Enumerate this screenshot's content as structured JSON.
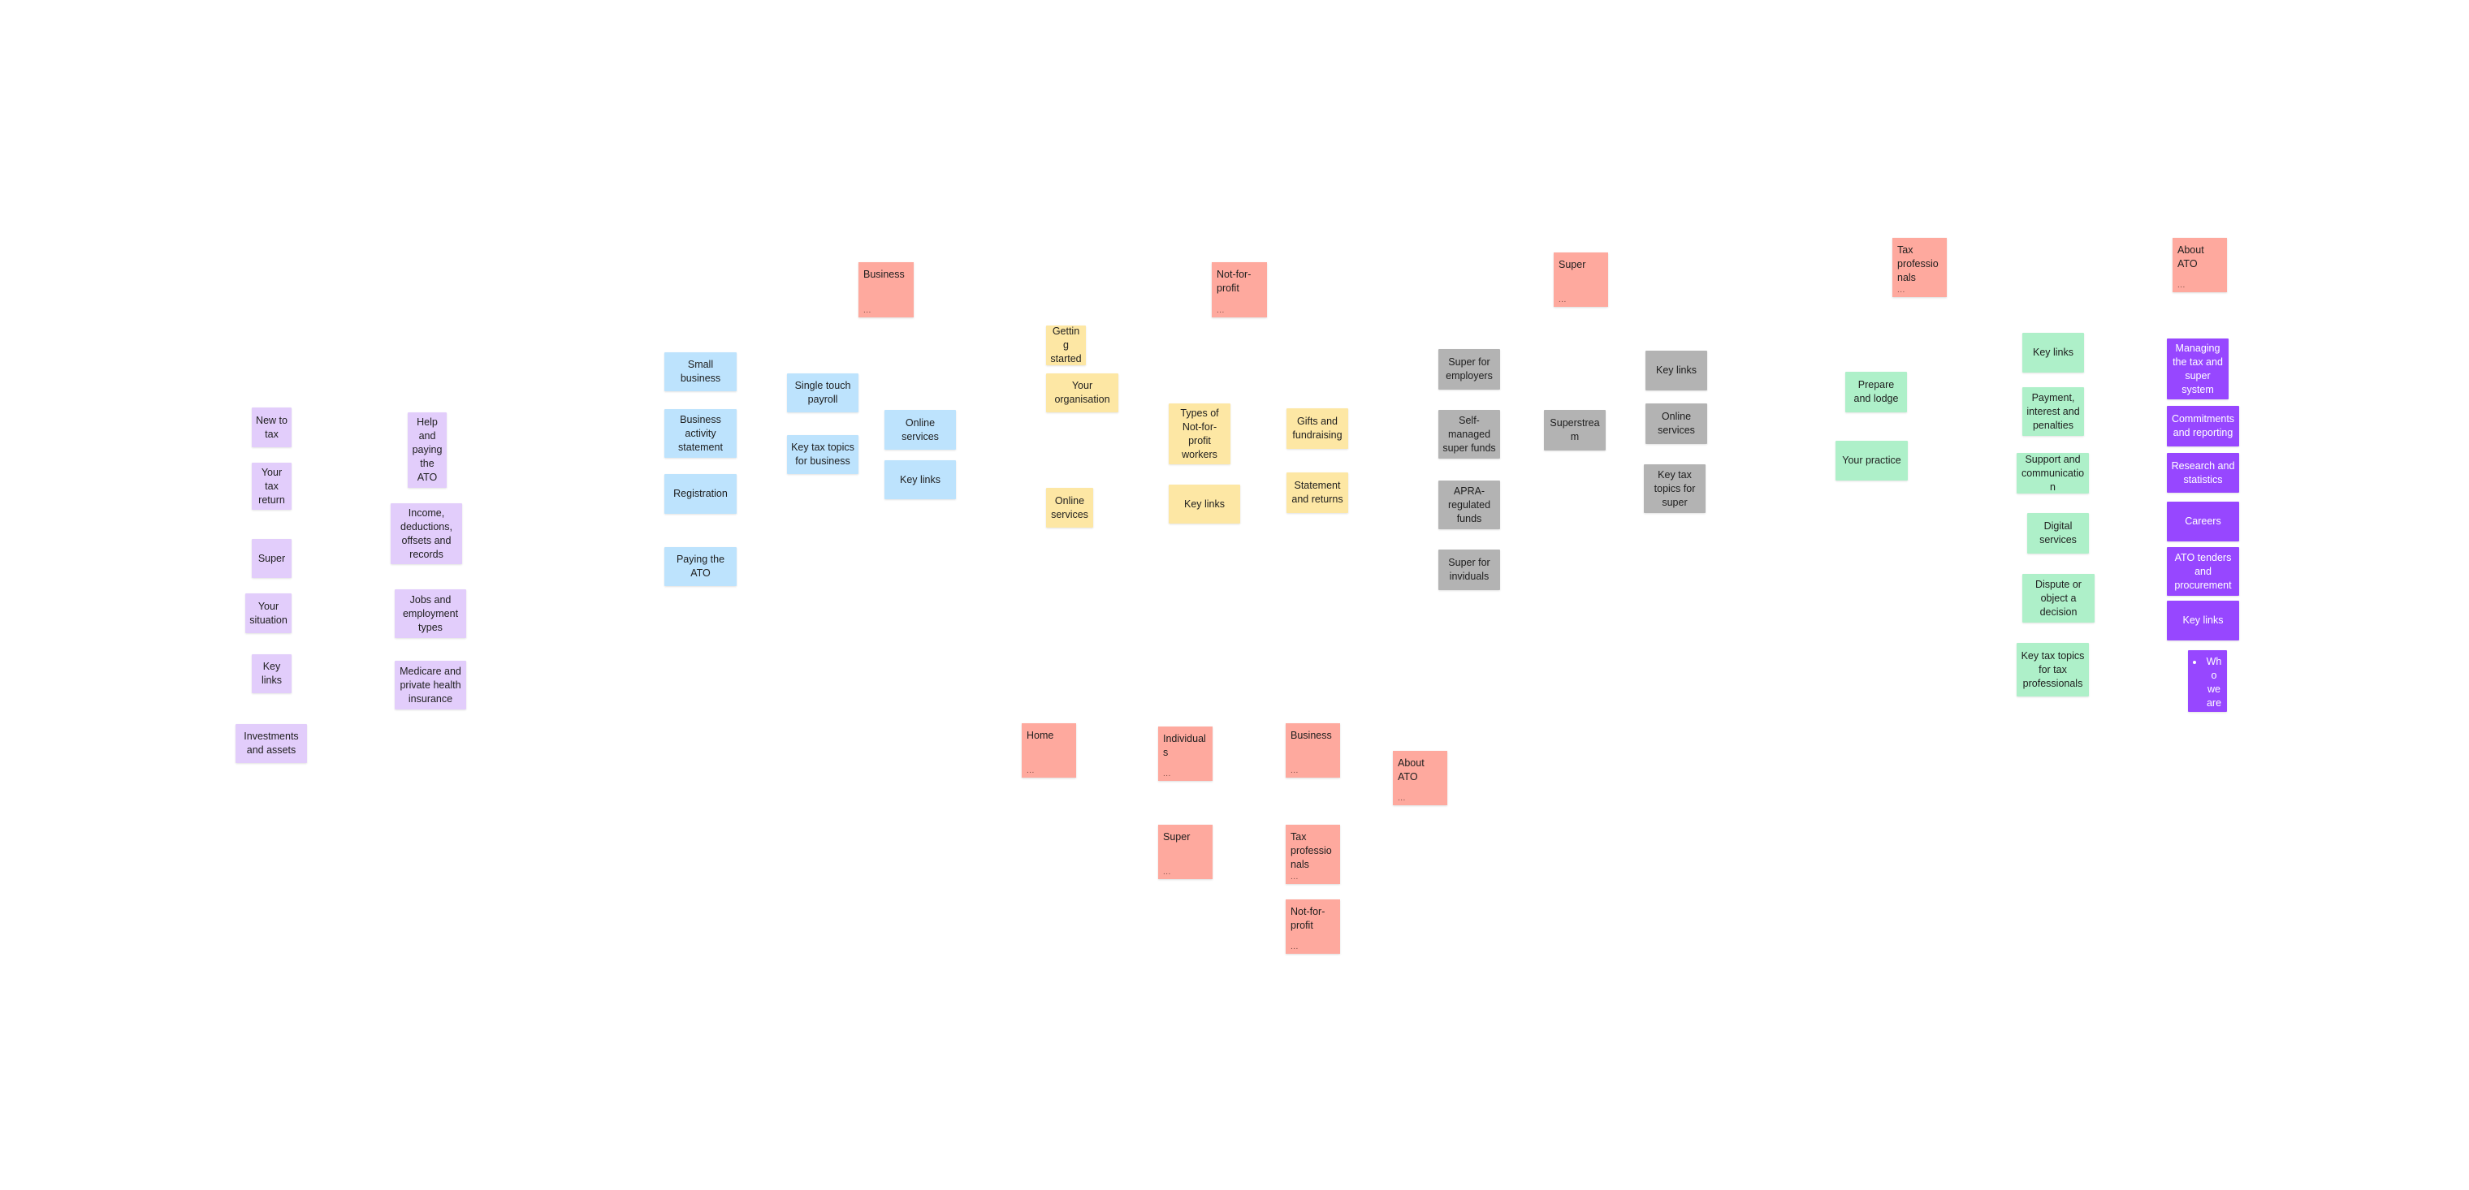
{
  "canvas": {
    "background": "#ffffff"
  },
  "palette": {
    "lavender": "#e2cdfb",
    "blue": "#bde3fd",
    "yellow": "#fde7a4",
    "gray": "#b3b3b3",
    "green": "#aef0c9",
    "violet": "#9747ff",
    "salmon": "#fea99e"
  },
  "individuals": {
    "new_to_tax": "New to tax",
    "your_tax_return": "Your tax return",
    "super": "Super",
    "your_situation": "Your situation",
    "key_links": "Key links",
    "investments_and_assets": "Investments and assets",
    "help_and_paying": "Help and paying the ATO",
    "income_deductions": "Income, deductions, offsets and records",
    "jobs_and_employment": "Jobs and employment types",
    "medicare": "Medicare and private health insurance"
  },
  "business": {
    "page_title": "Business",
    "page_ellipsis": "...",
    "small_business": "Small business",
    "bas": "Business activity statement",
    "registration": "Registration",
    "paying_the_ato": "Paying the ATO",
    "single_touch_payroll": "Single touch payroll",
    "key_tax_topics": "Key tax topics for business",
    "online_services": "Online services",
    "key_links": "Key links"
  },
  "not_for_profit": {
    "page_title": "Not-for-profit",
    "page_ellipsis": "...",
    "getting_started": "Getting started",
    "your_organisation": "Your organisation",
    "online_services": "Online services",
    "types_of_workers": "Types of Not-for-profit workers",
    "key_links": "Key links",
    "gifts_and_fundraising": "Gifts and fundraising",
    "statement_and_returns": "Statement and returns"
  },
  "super": {
    "page_title": "Super",
    "page_ellipsis": "...",
    "super_for_employers": "Super for employers",
    "self_managed": "Self-managed super funds",
    "apra_regulated": "APRA-regulated funds",
    "super_for_individuals": "Super for inviduals",
    "superstream": "Superstream",
    "key_links": "Key links",
    "online_services": "Online services",
    "key_tax_topics": "Key tax topics for super"
  },
  "tax_professionals": {
    "page_title": "Tax professionals",
    "page_ellipsis": "...",
    "prepare_and_lodge": "Prepare and lodge",
    "your_practice": "Your practice",
    "key_links": "Key links",
    "payment_interest": "Payment, interest and penalties",
    "support_and_communication": "Support and communication",
    "digital_services": "Digital services",
    "dispute_or_object": "Dispute or object a decision",
    "key_tax_topics": "Key tax topics for tax professionals"
  },
  "about_ato": {
    "page_title": "About ATO",
    "page_ellipsis": "...",
    "managing_tax": "Managing the tax and super system",
    "commitments": "Commitments and reporting",
    "research": "Research and statistics",
    "careers": "Careers",
    "tenders": "ATO tenders and procurement",
    "key_links": "Key links",
    "who_we_are": "Who we are"
  },
  "home_cluster": {
    "home": "Home",
    "individuals": "Individuals",
    "business": "Business",
    "about_ato": "About ATO",
    "super": "Super",
    "tax_professionals": "Tax professionals",
    "not_for_profit": "Not-for-profit",
    "ellipsis": "..."
  }
}
